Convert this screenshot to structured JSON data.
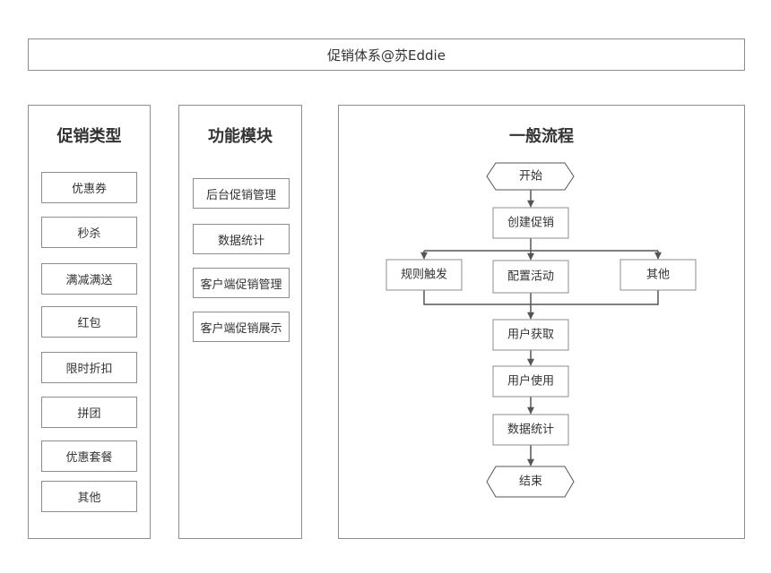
{
  "title": "促销体系@苏Eddie",
  "panels": {
    "types": {
      "title": "促销类型",
      "items": [
        "优惠券",
        "秒杀",
        "满减满送",
        "红包",
        "限时折扣",
        "拼团",
        "优惠套餐",
        "其他"
      ]
    },
    "modules": {
      "title": "功能模块",
      "items": [
        "后台促销管理",
        "数据统计",
        "客户端促销管理",
        "客户端促销展示"
      ]
    },
    "flow": {
      "title": "一般流程",
      "start": "开始",
      "create": "创建促销",
      "branches": [
        "规则触发",
        "配置活动",
        "其他"
      ],
      "get": "用户获取",
      "use": "用户使用",
      "stats": "数据统计",
      "end": "结束"
    }
  },
  "colors": {
    "border": "#8c8c8c",
    "line": "#555555",
    "text": "#333333"
  }
}
